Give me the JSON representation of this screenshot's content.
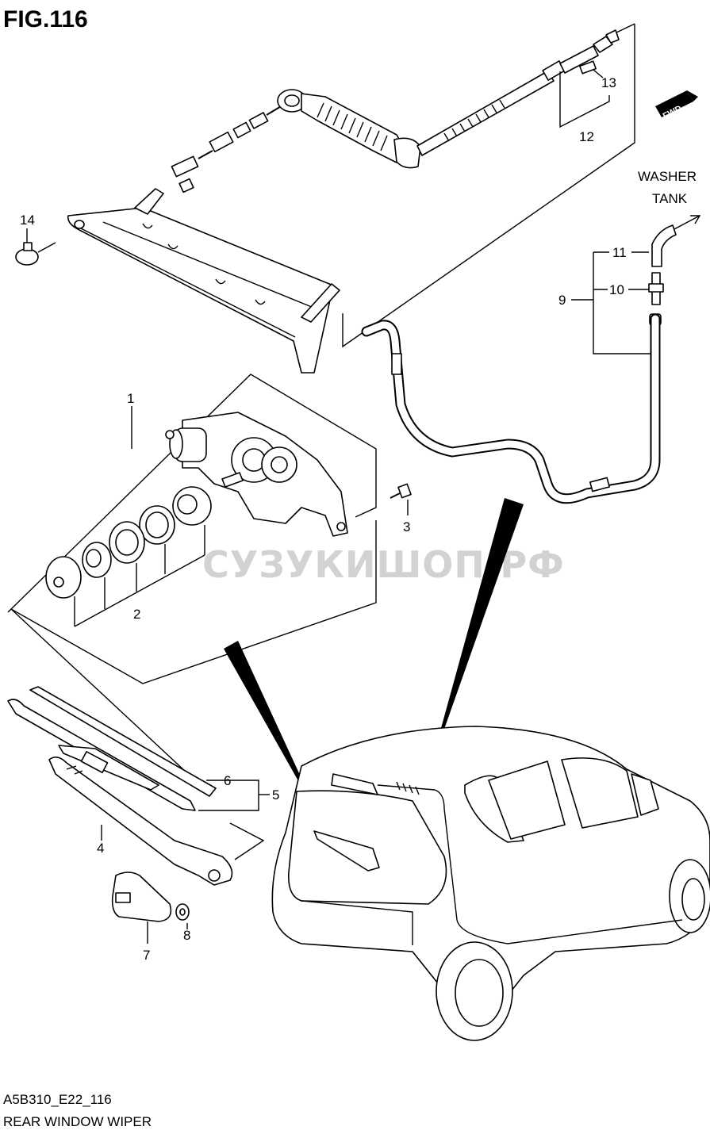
{
  "figure": {
    "title": "FIG.116",
    "code": "A5B310_E22_116",
    "name": "REAR WINDOW WIPER",
    "watermark": "СУЗУКИШОП.РФ",
    "washer_tank_line1": "WASHER",
    "washer_tank_line2": "TANK",
    "fwd": "FWD"
  },
  "callouts": {
    "c1": "1",
    "c2": "2",
    "c3": "3",
    "c4": "4",
    "c5": "5",
    "c6": "6",
    "c7": "7",
    "c8": "8",
    "c9": "9",
    "c10": "10",
    "c11": "11",
    "c12": "12",
    "c13": "13",
    "c14": "14"
  }
}
